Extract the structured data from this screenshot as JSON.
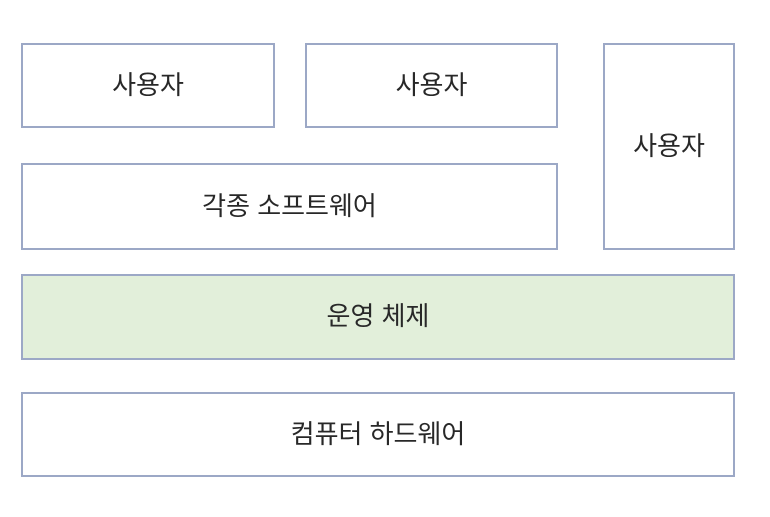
{
  "diagram": {
    "background_color": "#ffffff",
    "box_border_color": "#9ca8c6",
    "text_color": "#282828",
    "os_fill_color": "#e2efda",
    "boxes": [
      {
        "id": "user-1",
        "label": "사용자",
        "fill": "#ffffff"
      },
      {
        "id": "user-2",
        "label": "사용자",
        "fill": "#ffffff"
      },
      {
        "id": "user-3",
        "label": "사용자",
        "fill": "#ffffff"
      },
      {
        "id": "software",
        "label": "각종 소프트웨어",
        "fill": "#ffffff"
      },
      {
        "id": "os",
        "label": "운영 체제",
        "fill": "#e2efda"
      },
      {
        "id": "hardware",
        "label": "컴퓨터 하드웨어",
        "fill": "#ffffff"
      }
    ]
  }
}
